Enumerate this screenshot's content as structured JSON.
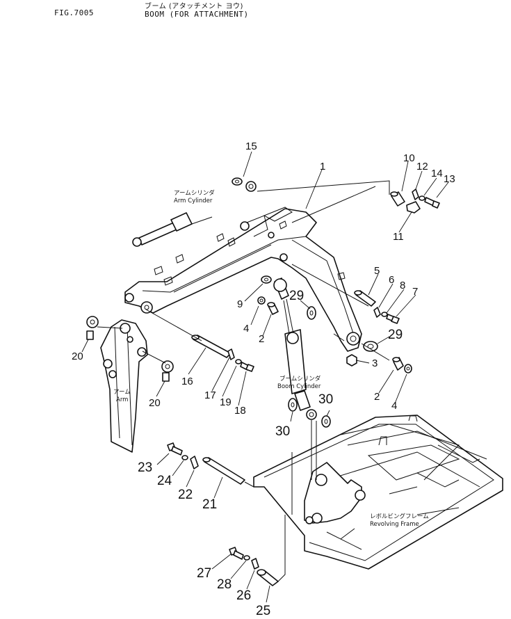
{
  "header": {
    "figure_number": "FIG.7005",
    "title_japanese": "ブーム (アタッチメント ヨウ)",
    "title_english": "BOOM (FOR ATTACHMENT)"
  },
  "labels": {
    "arm_cylinder_jp": "アームシリンダ",
    "arm_cylinder_en": "Arm Cylinder",
    "boom_cylinder_jp": "ブームシリンダ",
    "boom_cylinder_en": "Boom Cylinder",
    "arm_jp": "アーム",
    "arm_en": "Arm",
    "revolving_frame_jp": "レボルビングフレーム",
    "revolving_frame_en": "Revolving Frame"
  },
  "callouts": {
    "c1": "1",
    "c2a": "2",
    "c2b": "2",
    "c3": "3",
    "c4a": "4",
    "c4b": "4",
    "c5": "5",
    "c6": "6",
    "c7": "7",
    "c8": "8",
    "c9": "9",
    "c10": "10",
    "c11": "11",
    "c12": "12",
    "c13": "13",
    "c14": "14",
    "c15": "15",
    "c16": "16",
    "c17": "17",
    "c18": "18",
    "c19": "19",
    "c20a": "20",
    "c20b": "20",
    "c21": "21",
    "c22": "22",
    "c23": "23",
    "c24": "24",
    "c25": "25",
    "c26": "26",
    "c27": "27",
    "c28": "28",
    "c29a": "29",
    "c29b": "29",
    "c30a": "30",
    "c30b": "30"
  }
}
